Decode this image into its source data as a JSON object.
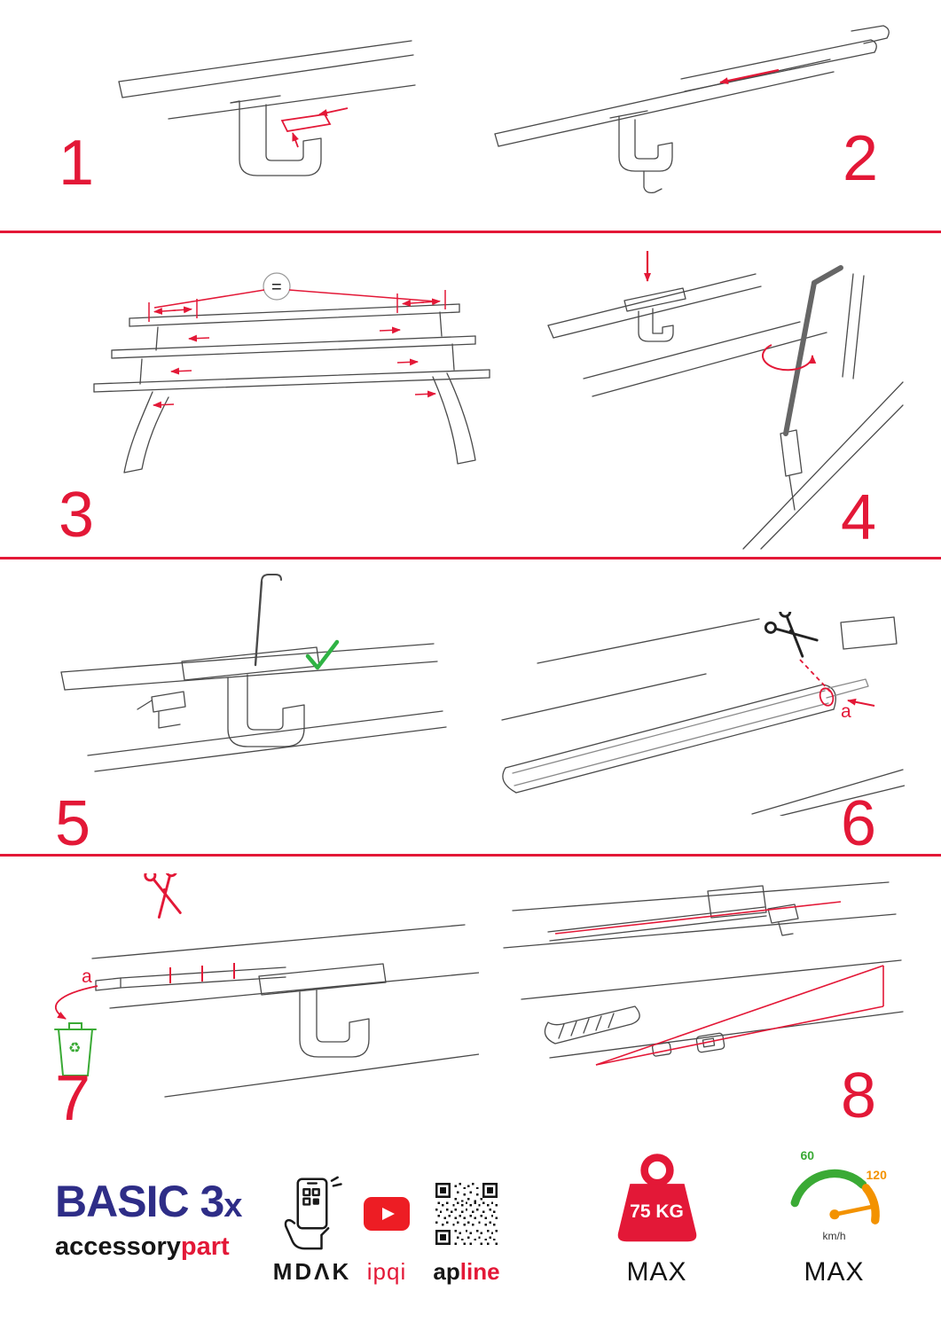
{
  "steps": [
    {
      "number": "1"
    },
    {
      "number": "2"
    },
    {
      "number": "3"
    },
    {
      "number": "4"
    },
    {
      "number": "5"
    },
    {
      "number": "6"
    },
    {
      "number": "7"
    },
    {
      "number": "8"
    }
  ],
  "annotations": {
    "equal_sign": "=",
    "label_a_step6": "a",
    "label_a_step7": "a"
  },
  "icons": {
    "recycle": "♻"
  },
  "footer": {
    "brand_title": "BASIC 3",
    "brand_x": "x",
    "brand_sub_black": "accessory",
    "brand_sub_red": "part",
    "logo_mdak": "MDΛK",
    "logo_ipqi": "ipqi",
    "logo_ap": "ap",
    "logo_line": "line",
    "weight_value": "75 KG",
    "weight_max": "MAX",
    "speed_low": "60",
    "speed_high": "120",
    "speed_unit": "km/h",
    "speed_max": "MAX"
  },
  "colors": {
    "accent": "#e31837",
    "brand_blue": "#2e2d87",
    "green": "#3aaa35",
    "orange": "#f39200",
    "line_ink": "#4a4a4a"
  }
}
